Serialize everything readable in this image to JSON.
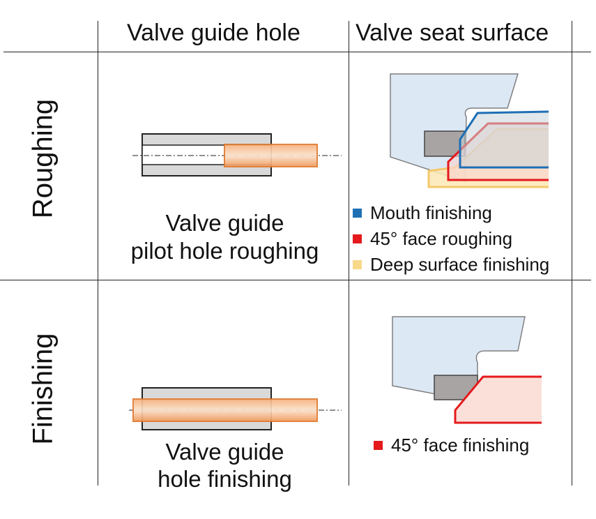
{
  "columns": {
    "col1": "Valve guide hole",
    "col2": "Valve seat surface"
  },
  "rows": {
    "row1": "Roughing",
    "row2": "Finishing"
  },
  "roughing": {
    "guide_caption_line1": "Valve guide",
    "guide_caption_line2": "pilot hole roughing",
    "legend": [
      {
        "label": "Mouth finishing",
        "color": "#1f6fb5"
      },
      {
        "label": "45° face roughing",
        "color": "#e41a1c"
      },
      {
        "label": "Deep surface finishing",
        "color": "#f7d98a"
      }
    ]
  },
  "finishing": {
    "guide_caption_line1": "Valve guide",
    "guide_caption_line2": "hole finishing",
    "legend": [
      {
        "label": "45° face finishing",
        "color": "#e41a1c"
      }
    ]
  },
  "colors": {
    "tool_orange": "#f0a060",
    "tool_orange_edge": "#e07a30",
    "part_blue": "#dde8f5",
    "part_grey": "#a9a4a4",
    "guide_grey": "#d9d9d9"
  }
}
